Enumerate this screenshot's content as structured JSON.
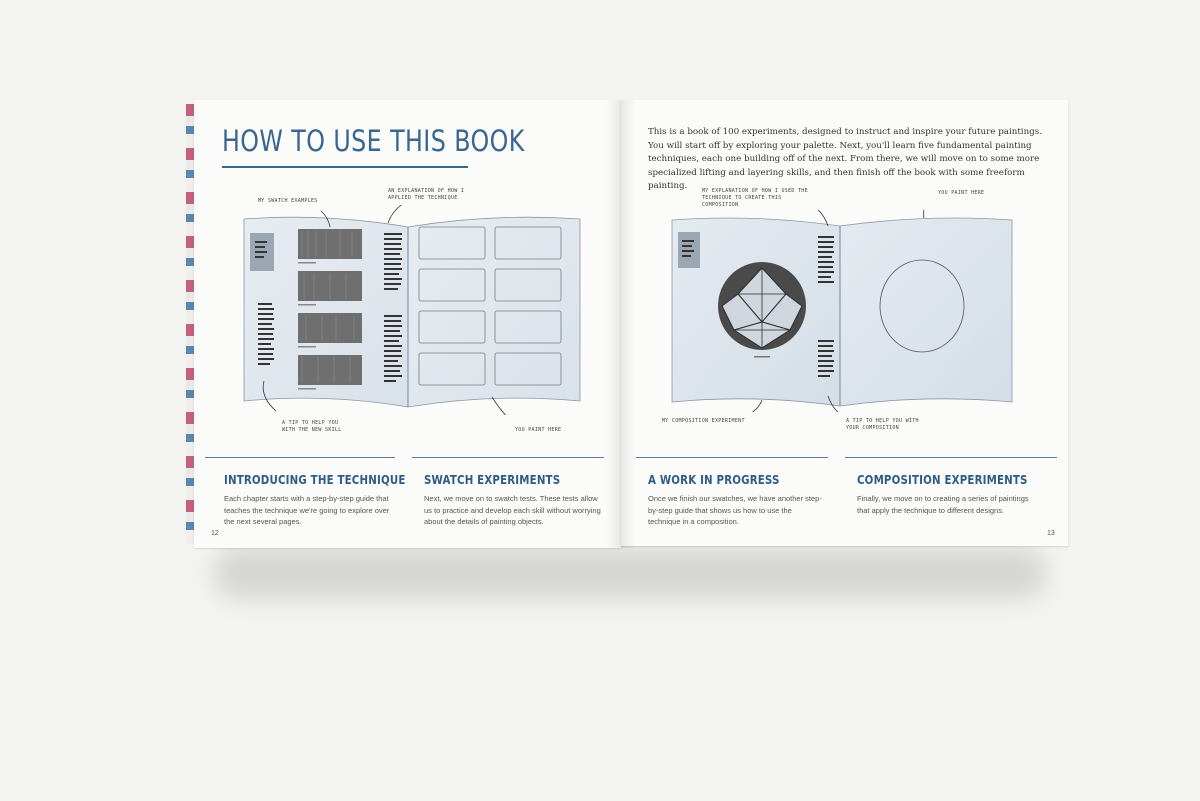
{
  "left_page": {
    "title": "HOW TO USE THIS BOOK",
    "page_number": "12",
    "annotations": {
      "swatch_examples": "MY SWATCH EXAMPLES",
      "explanation": "AN EXPLANATION OF HOW I APPLIED THE TECHNIQUE",
      "tip": "A TIP TO HELP YOU WITH THE NEW SKILL",
      "you_paint": "YOU PAINT HERE"
    }
  },
  "right_page": {
    "intro": "This is a book of 100 experiments, designed to instruct and inspire your future paintings. You will start off by exploring your palette. Next, you'll learn five fundamental painting techniques, each one building off of the next. From there, we will move on to some more specialized lifting and layering skills, and then finish off the book with some freeform painting.",
    "page_number": "13",
    "annotations": {
      "explanation": "MY EXPLANATION OF HOW I USED THE TECHNIQUE TO CREATE THIS COMPOSITION",
      "you_paint": "YOU PAINT HERE",
      "composition": "MY COMPOSITION EXPERIMENT",
      "tip": "A TIP TO HELP YOU WITH YOUR COMPOSITION"
    }
  },
  "sections": [
    {
      "title": "INTRODUCING THE TECHNIQUE",
      "body": "Each chapter starts with a step-by-step guide that teaches the technique we're going to explore over the next several pages."
    },
    {
      "title": "SWATCH EXPERIMENTS",
      "body": "Next, we move on to swatch tests. These tests allow us to practice and develop each skill without worrying about the details of painting objects."
    },
    {
      "title": "A WORK IN PROGRESS",
      "body": "Once we finish our swatches, we have another step-by-step guide that shows us how to use the technique in a composition."
    },
    {
      "title": "COMPOSITION EXPERIMENTS",
      "body": "Finally, we move on to creating a series of paintings that apply the technique to different designs."
    }
  ],
  "colors": {
    "accent": "#2f5c87",
    "background": "#f3f3f1",
    "page": "#fbfbfa"
  }
}
